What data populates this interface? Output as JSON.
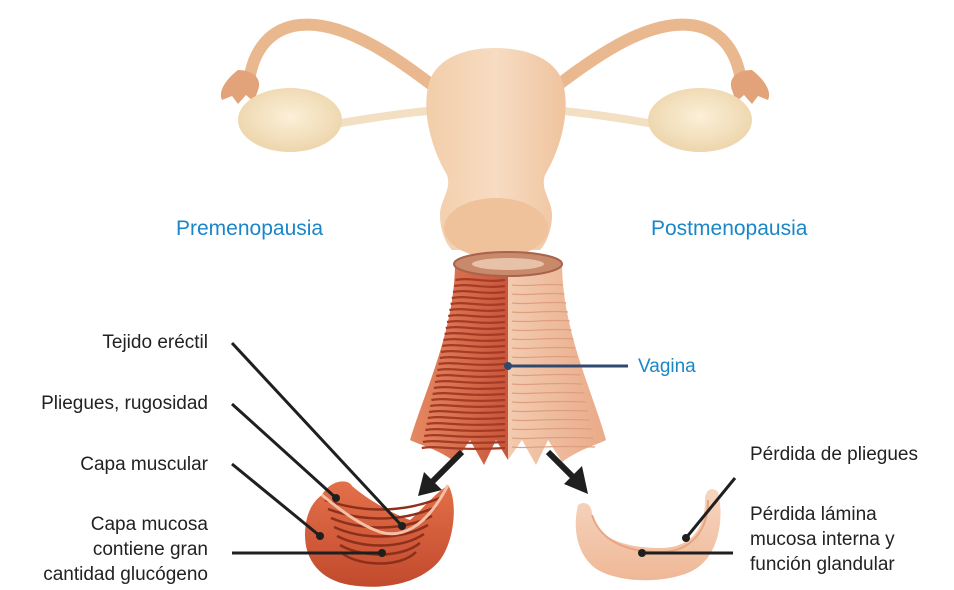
{
  "titles": {
    "left": "Premenopausia",
    "right": "Postmenopausia"
  },
  "labels": {
    "vagina": "Vagina",
    "tejido_erectil": "Tejido eréctil",
    "pliegues": "Pliegues, rugosidad",
    "capa_muscular": "Capa muscular",
    "capa_mucosa": [
      "Capa mucosa",
      "contiene gran",
      "cantidad glucógeno"
    ],
    "perdida_pliegues": "Pérdida de pliegues",
    "perdida_lamina": [
      "Pérdida lámina",
      "mucosa interna y",
      "función glandular"
    ]
  },
  "colors": {
    "title_blue": "#1a86c8",
    "uterus": "#f0c8a4",
    "tube": "#eab88e",
    "ovary": "#f4e2c0",
    "vagina_red": "#d8653f",
    "vagina_pale": "#f1c7a8",
    "line_dark": "#1f1f1f",
    "line_blue": "#2f4a6e"
  }
}
